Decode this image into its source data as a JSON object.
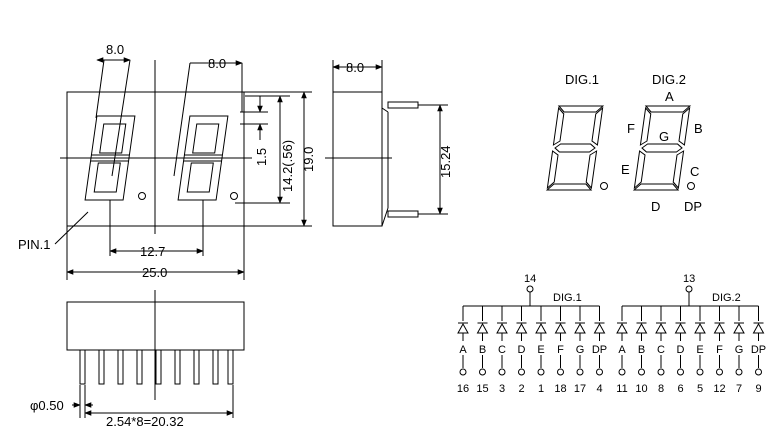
{
  "front_view": {
    "digit_width": "8.0",
    "digit_width_2": "8.0",
    "digit_pitch": "12.7",
    "overall_width": "25.0",
    "segment_thickness": "1.5",
    "digit_height": "14.2(.56)",
    "overall_height": "19.0",
    "pin1_label": "PIN.1"
  },
  "side_view": {
    "depth": "8.0",
    "pin_row_spacing": "15.24"
  },
  "bottom_view": {
    "pin_diameter": "φ0.50",
    "pin_pitch": "2.54*8=20.32"
  },
  "segment_diagram": {
    "digit1_label": "DIG.1",
    "digit2_label": "DIG.2",
    "seg_a": "A",
    "seg_b": "B",
    "seg_c": "C",
    "seg_d": "D",
    "seg_e": "E",
    "seg_f": "F",
    "seg_g": "G",
    "seg_dp": "DP"
  },
  "schematic": {
    "digit1": {
      "label": "DIG.1",
      "common_pin": "14",
      "segments": [
        "A",
        "B",
        "C",
        "D",
        "E",
        "F",
        "G",
        "DP"
      ],
      "pins": [
        "16",
        "15",
        "3",
        "2",
        "1",
        "18",
        "17",
        "4"
      ]
    },
    "digit2": {
      "label": "DIG.2",
      "common_pin": "13",
      "segments": [
        "A",
        "B",
        "C",
        "D",
        "E",
        "F",
        "G",
        "DP"
      ],
      "pins": [
        "11",
        "10",
        "8",
        "6",
        "5",
        "12",
        "7",
        "9"
      ]
    }
  }
}
